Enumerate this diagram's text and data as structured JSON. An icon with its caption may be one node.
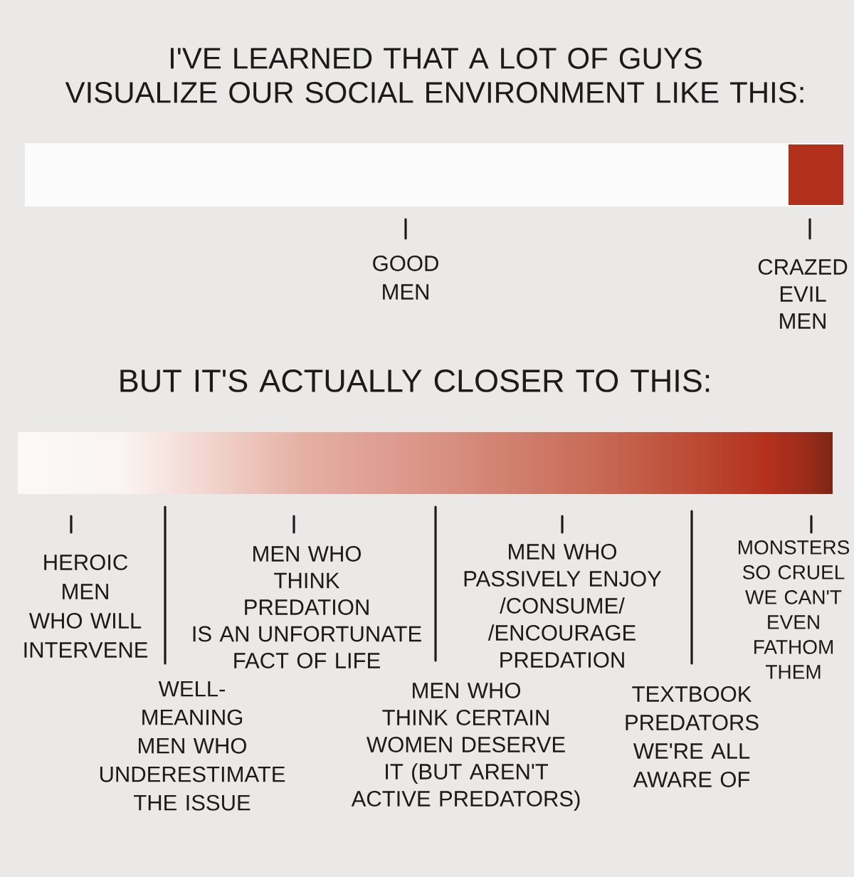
{
  "diagram": {
    "title": "I'VE LEARNED THAT A LOT OF GUYS VISUALIZE OUR SOCIAL ENVIRONMENT LIKE THIS:",
    "nodes": [
      {
        "text": [],
        "shape": "bar",
        "beside": [
          "GOOD MEN",
          "CRAZED EVIL MEN"
        ]
      },
      {
        "text": [],
        "shape": "bar",
        "beside": [
          "HEROIC MEN WHO WILL INTERVENE",
          "WELL-MEANING MEN WHO UNDERESTIMATE THE ISSUE",
          "MEN WHO THINK PREDATION IS AN UNFORTUNATE FACT OF LIFE",
          "MEN WHO THINK CERTAIN WOMEN DESERVE IT (BUT AREN'T ACTIVE PREDATORS)",
          "MEN WHO PASSIVELY ENJOY /CONSUME/ /ENCOURAGE PREDATION",
          "TEXTBOOK PREDATORS WE'RE ALL AWARE OF",
          "MONSTERS SO CRUEL WE CAN'T EVEN FATHOM THEM"
        ]
      }
    ],
    "labels": [
      "BUT IT'S ACTUALLY CLOSER TO THIS:"
    ]
  }
}
